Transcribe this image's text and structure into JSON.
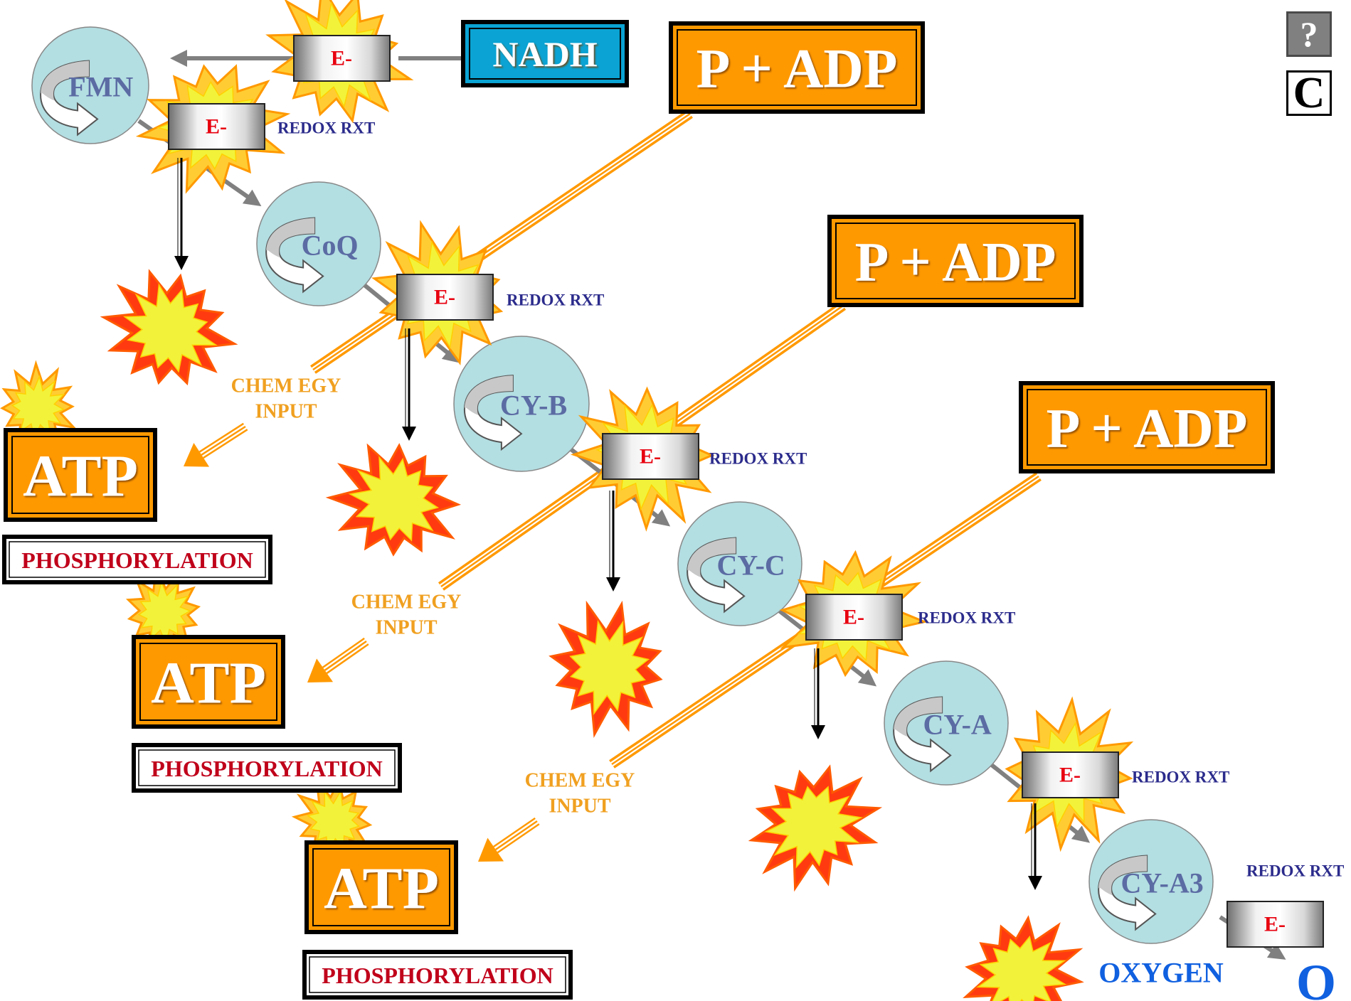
{
  "colors": {
    "circle_fill": "#b3dee2",
    "circle_text": "#5b6ba3",
    "orange_box": "#ff9900",
    "nadh_box": "#0aa3d3",
    "electron_text": "#e8000f",
    "redox_text": "#2b2b8c",
    "chem_text": "#f0a020",
    "phosph_text": "#c0001a",
    "oxygen_text": "#1060e0",
    "connector": "#808080",
    "burst_outer": "#ff3a10",
    "burst_inner": "#f2f23a",
    "stripe": "#ff9900"
  },
  "toolbar": {
    "help_label": "?",
    "c_label": "C"
  },
  "nadh_label": "NADH",
  "carriers": [
    "FMN",
    "CoQ",
    "CY-B",
    "CY-C",
    "CY-A",
    "CY-A3"
  ],
  "electron_label": "E-",
  "redox_label": "REDOX RXT",
  "adp_label": "P + ADP",
  "chem_line1": "CHEM EGY",
  "chem_line2": "INPUT",
  "atp_label": "ATP",
  "phosphorylation_label": "PHOSPHORYLATION",
  "oxygen_label": "OXYGEN",
  "oxygen_symbol": "O",
  "icons": [
    "rotate-arrow-icon",
    "starburst-icon",
    "down-arrow-icon",
    "left-arrow-icon"
  ]
}
